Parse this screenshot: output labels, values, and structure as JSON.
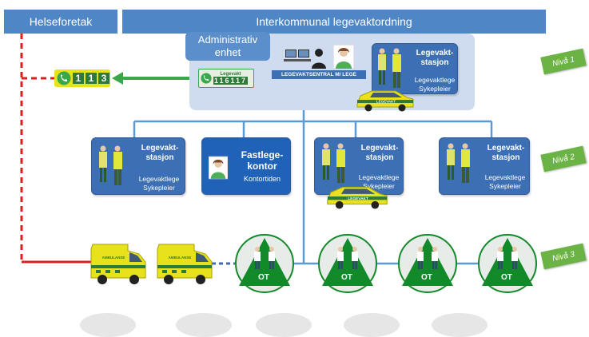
{
  "header": {
    "left": "Helseforetak",
    "right": "Interkommunal legevaktordning"
  },
  "admin": {
    "label_line1": "Administrativ",
    "label_line2": "enhet"
  },
  "phone": {
    "number_1": "1",
    "number_2": "1",
    "number_3": "3",
    "sign_title": "Legevakt",
    "sign_number": "116117"
  },
  "central": {
    "label": "LEGEVAKTSENTRAL M/ LEGE"
  },
  "station": {
    "title_line1": "Legevakt-",
    "title_line2": "stasjon",
    "staff_line1": "Legevaktlege",
    "staff_line2": "Sykepleier"
  },
  "gp_office": {
    "title_line1": "Fastlege-",
    "title_line2": "kontor",
    "subtitle": "Kontortiden"
  },
  "vehicle_label": "LEGEVAKT",
  "ambulance_label": "AMBULANSE",
  "ot_label": "OT",
  "levels": [
    "Nivå 1",
    "Nivå 2",
    "Nivå 3"
  ],
  "colors": {
    "header_blue": "#4f86c6",
    "station_blue": "#3c6fb4",
    "red_line": "#d92020",
    "green_arrow": "#3aa84a",
    "level_green": "#6bb345",
    "ot_green": "#138a2a",
    "vehicle_yellow": "#e8e21c"
  }
}
